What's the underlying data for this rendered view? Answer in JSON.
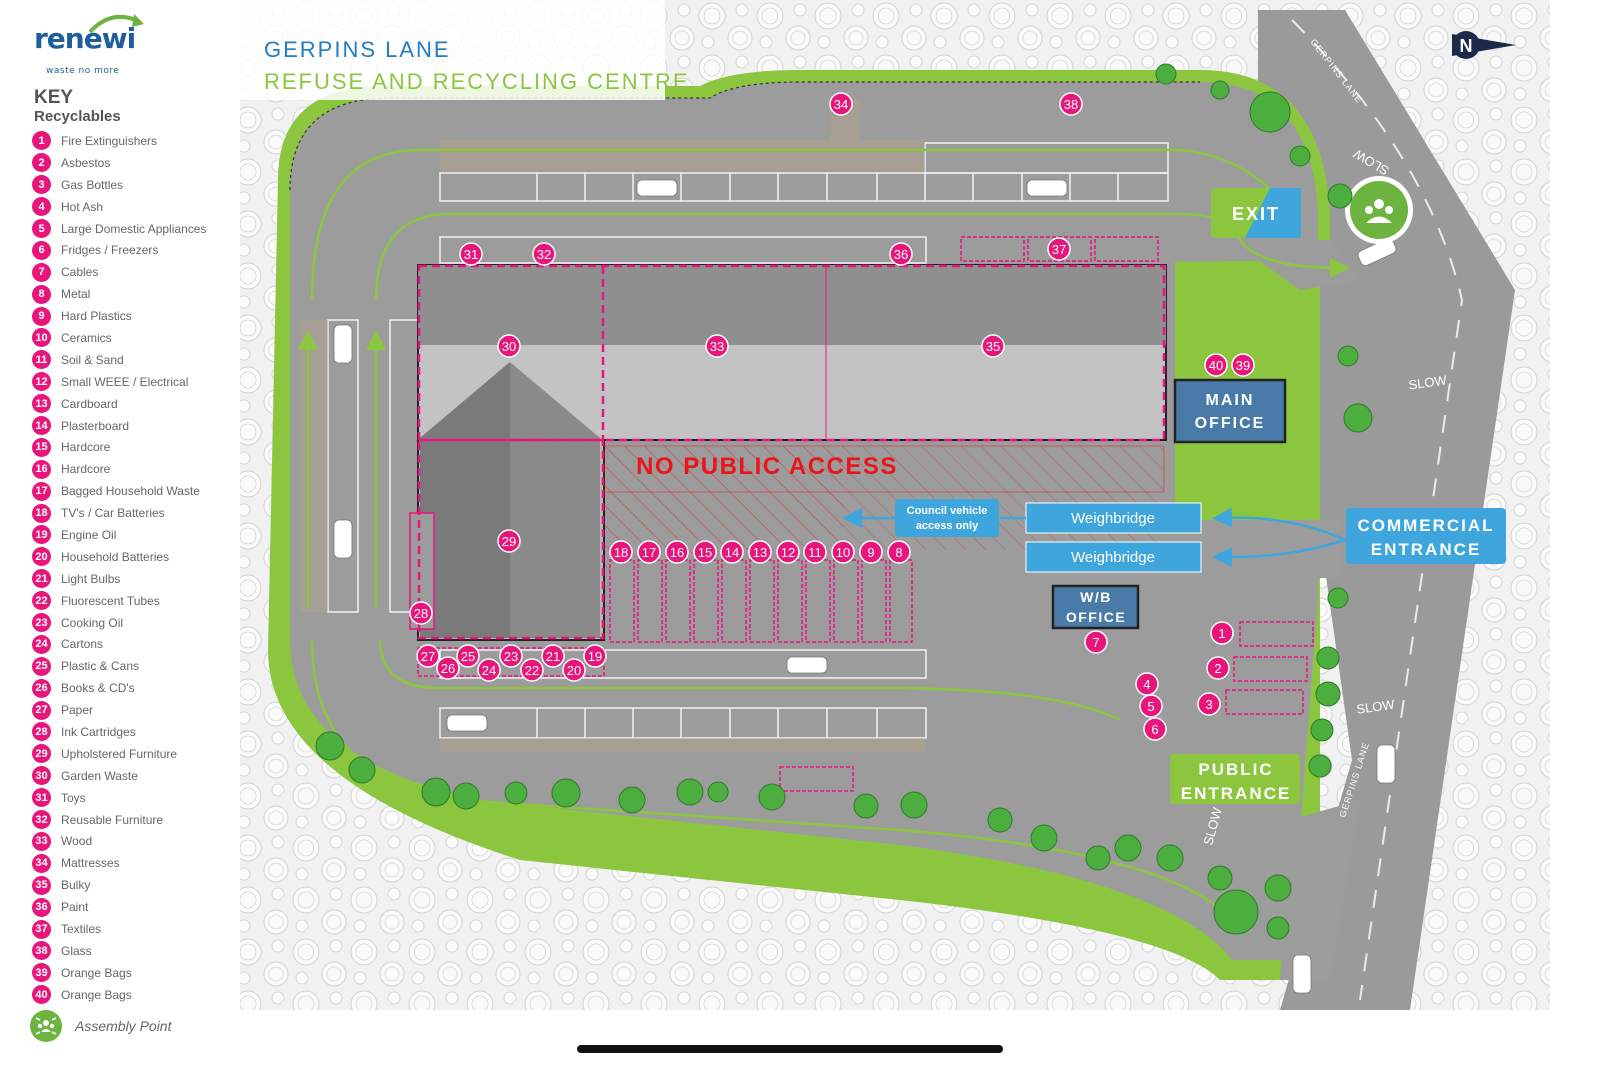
{
  "brand": {
    "logo_text": "renewi",
    "tagline": "waste no more",
    "logo_colors": {
      "primary": "#1f5e9c",
      "accent": "#44a0d8",
      "arrow": "#6cb33f"
    }
  },
  "title": {
    "line1": "GERPINS LANE",
    "line2": "REFUSE AND RECYCLING CENTRE"
  },
  "key": {
    "heading": "KEY",
    "subheading": "Recyclables",
    "items": [
      {
        "n": "1",
        "label": "Fire Extinguishers"
      },
      {
        "n": "2",
        "label": "Asbestos"
      },
      {
        "n": "3",
        "label": "Gas Bottles"
      },
      {
        "n": "4",
        "label": "Hot Ash"
      },
      {
        "n": "5",
        "label": "Large Domestic Appliances"
      },
      {
        "n": "6",
        "label": "Fridges / Freezers"
      },
      {
        "n": "7",
        "label": "Cables"
      },
      {
        "n": "8",
        "label": "Metal"
      },
      {
        "n": "9",
        "label": "Hard Plastics"
      },
      {
        "n": "10",
        "label": "Ceramics"
      },
      {
        "n": "11",
        "label": "Soil & Sand"
      },
      {
        "n": "12",
        "label": "Small WEEE / Electrical"
      },
      {
        "n": "13",
        "label": "Cardboard"
      },
      {
        "n": "14",
        "label": "Plasterboard"
      },
      {
        "n": "15",
        "label": "Hardcore"
      },
      {
        "n": "16",
        "label": "Hardcore"
      },
      {
        "n": "17",
        "label": "Bagged Household Waste"
      },
      {
        "n": "18",
        "label": "TV's / Car Batteries"
      },
      {
        "n": "19",
        "label": "Engine Oil"
      },
      {
        "n": "20",
        "label": "Household Batteries"
      },
      {
        "n": "21",
        "label": "Light Bulbs"
      },
      {
        "n": "22",
        "label": "Fluorescent Tubes"
      },
      {
        "n": "23",
        "label": "Cooking Oil"
      },
      {
        "n": "24",
        "label": "Cartons"
      },
      {
        "n": "25",
        "label": "Plastic & Cans"
      },
      {
        "n": "26",
        "label": "Books & CD's"
      },
      {
        "n": "27",
        "label": "Paper"
      },
      {
        "n": "28",
        "label": "Ink Cartridges"
      },
      {
        "n": "29",
        "label": "Upholstered Furniture"
      },
      {
        "n": "30",
        "label": "Garden Waste"
      },
      {
        "n": "31",
        "label": "Toys"
      },
      {
        "n": "32",
        "label": "Reusable Furniture"
      },
      {
        "n": "33",
        "label": "Wood"
      },
      {
        "n": "34",
        "label": "Mattresses"
      },
      {
        "n": "35",
        "label": "Bulky"
      },
      {
        "n": "36",
        "label": "Paint"
      },
      {
        "n": "37",
        "label": "Textiles"
      },
      {
        "n": "38",
        "label": "Glass"
      },
      {
        "n": "39",
        "label": "Orange Bags"
      },
      {
        "n": "40",
        "label": "Orange Bags"
      }
    ],
    "assembly_point": "Assembly Point"
  },
  "map": {
    "north": "N",
    "no_public_access": "NO PUBLIC ACCESS",
    "main_office": [
      "MAIN",
      "OFFICE"
    ],
    "wb_office": [
      "W/B",
      "OFFICE"
    ],
    "weighbridge_1": "Weighbridge",
    "weighbridge_2": "Weighbridge",
    "council_note": [
      "Council vehicle",
      "access only"
    ],
    "commercial_entrance": [
      "COMMERCIAL",
      "ENTRANCE"
    ],
    "public_entrance": [
      "PUBLIC",
      "ENTRANCE"
    ],
    "exit": "EXIT",
    "road_name": "GERPINS LANE",
    "slow": "SLOW",
    "colors": {
      "marker": "#e8157b",
      "green": "#8cc63f",
      "blue": "#3ea6dc",
      "office": "#4a7aa7",
      "no_access": "#e8151b",
      "tarmac": "#9c9c9c"
    }
  }
}
